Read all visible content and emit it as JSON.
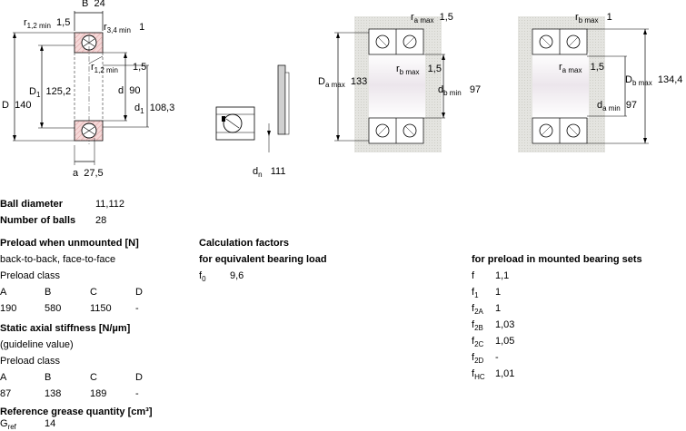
{
  "drawing": {
    "B_label": "B",
    "B_value": "24",
    "r12min_top": "1,5",
    "r34min": "1",
    "r12min_mid": "1,5",
    "D_label": "D",
    "D_value": "140",
    "D1_label": "D",
    "D1_value": "125,2",
    "d_label": "d",
    "d_value": "90",
    "d1_label": "d",
    "d1_value": "108,3",
    "a_label": "a",
    "a_value": "27,5",
    "dn_label": "d",
    "dn_value": "111",
    "ramax_left": "1,5",
    "rbmax_left": "1,5",
    "Damax_value": "133",
    "dbmin_value": "97",
    "rbmax_right": "1",
    "ramax_right": "1,5",
    "Dbmax_value": "134,4",
    "damin_value": "97"
  },
  "specs": {
    "ball_diameter_label": "Ball diameter",
    "ball_diameter_value": "11,112",
    "number_of_balls_label": "Number of balls",
    "number_of_balls_value": "28"
  },
  "preload": {
    "title": "Preload when unmounted [N]",
    "arrangement": "back-to-back, face-to-face",
    "class_label": "Preload class",
    "headers": [
      "A",
      "B",
      "C",
      "D"
    ],
    "values": [
      "190",
      "580",
      "1150",
      "-"
    ]
  },
  "stiffness": {
    "title": "Static axial stiffness [N/µm]",
    "note": "(guideline value)",
    "class_label": "Preload class",
    "headers": [
      "A",
      "B",
      "C",
      "D"
    ],
    "values": [
      "87",
      "138",
      "189",
      "-"
    ]
  },
  "grease": {
    "title": "Reference grease quantity [cm³]",
    "label": "G",
    "sub": "ref",
    "value": "14"
  },
  "calc": {
    "title": "Calculation factors",
    "equiv_title": "for equivalent bearing load",
    "f0_label": "f",
    "f0_sub": "0",
    "f0_value": "9,6",
    "mounted_title": "for preload in mounted bearing sets",
    "factors": [
      {
        "sym": "f",
        "sub": "",
        "val": "1,1"
      },
      {
        "sym": "f",
        "sub": "1",
        "val": "1"
      },
      {
        "sym": "f",
        "sub": "2A",
        "val": "1"
      },
      {
        "sym": "f",
        "sub": "2B",
        "val": "1,03"
      },
      {
        "sym": "f",
        "sub": "2C",
        "val": "1,05"
      },
      {
        "sym": "f",
        "sub": "2D",
        "val": "-"
      },
      {
        "sym": "f",
        "sub": "HC",
        "val": "1,01"
      }
    ]
  }
}
